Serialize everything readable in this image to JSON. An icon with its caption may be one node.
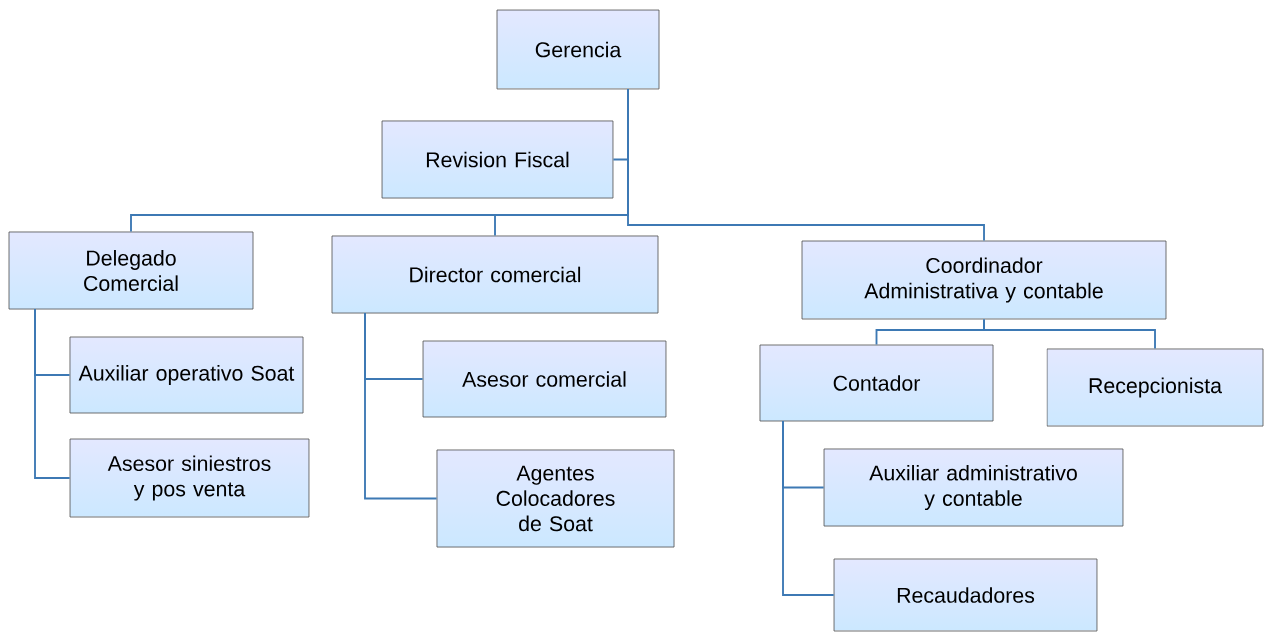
{
  "diagram": {
    "nodes": [
      {
        "text": [
          "Gerencia"
        ]
      },
      {
        "text": [
          "Revision Fiscal"
        ]
      },
      {
        "text": [
          "Delegado Comercial"
        ]
      },
      {
        "text": [
          "Director comercial"
        ]
      },
      {
        "text": [
          "Coordinador Administrativa y contable"
        ]
      },
      {
        "text": [
          "Auxiliar operativo Soat"
        ]
      },
      {
        "text": [
          "Asesor siniestros y pos venta"
        ]
      },
      {
        "text": [
          "Asesor comercial"
        ]
      },
      {
        "text": [
          "Agentes Colocadores de Soat"
        ]
      },
      {
        "text": [
          "Contador"
        ]
      },
      {
        "text": [
          "Recepcionista"
        ]
      },
      {
        "text": [
          "Auxiliar administrativo y contable"
        ]
      },
      {
        "text": [
          "Recaudadores"
        ]
      }
    ],
    "edges": [
      {
        "from": 0,
        "to": 1,
        "arrow": "none"
      },
      {
        "from": 0,
        "to": 2,
        "arrow": "none"
      },
      {
        "from": 0,
        "to": 3,
        "arrow": "none"
      },
      {
        "from": 0,
        "to": 4,
        "arrow": "none"
      },
      {
        "from": 2,
        "to": 5,
        "arrow": "none"
      },
      {
        "from": 2,
        "to": 6,
        "arrow": "none"
      },
      {
        "from": 3,
        "to": 7,
        "arrow": "none"
      },
      {
        "from": 3,
        "to": 8,
        "arrow": "none"
      },
      {
        "from": 4,
        "to": 9,
        "arrow": "none"
      },
      {
        "from": 4,
        "to": 10,
        "arrow": "none"
      },
      {
        "from": 9,
        "to": 11,
        "arrow": "none"
      },
      {
        "from": 9,
        "to": 12,
        "arrow": "none"
      }
    ]
  }
}
